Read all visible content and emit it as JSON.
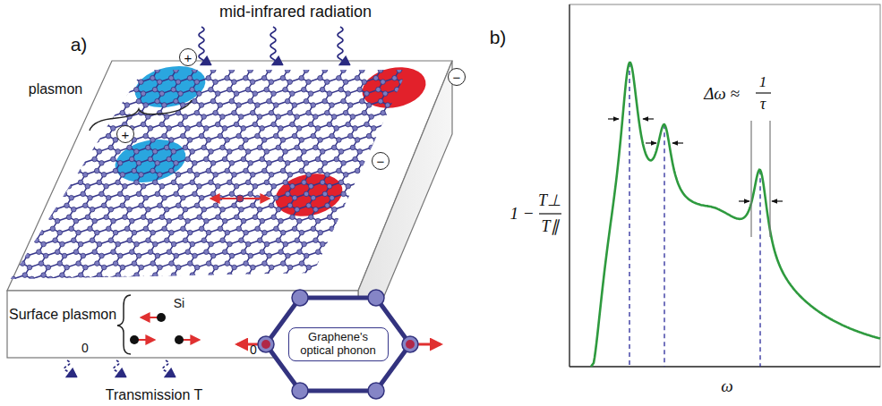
{
  "diagram": {
    "nodes": [
      {
        "text": [
          "+"
        ]
      },
      {
        "text": [
          "−"
        ]
      },
      {
        "text": [
          "+"
        ]
      },
      {
        "text": [
          "−"
        ]
      },
      {
        "text": [
          "Graphene's optical phonon"
        ]
      }
    ],
    "labels": [
      "mid-infrared radiation",
      "a)",
      "plasmon",
      "Surface plasmon",
      "Si",
      "0",
      "0",
      "Transmission T",
      "b)",
      "Δω ≈",
      "1",
      "τ",
      "1 −",
      "T⊥",
      "T∥",
      "ω"
    ]
  }
}
